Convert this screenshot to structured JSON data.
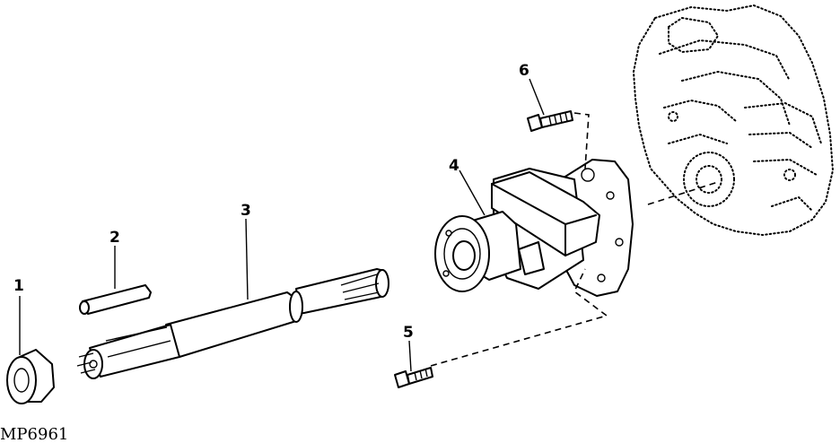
{
  "figure": {
    "reference": "MP6961",
    "callouts": [
      {
        "id": "1",
        "label": "1"
      },
      {
        "id": "2",
        "label": "2"
      },
      {
        "id": "3",
        "label": "3"
      },
      {
        "id": "4",
        "label": "4"
      },
      {
        "id": "5",
        "label": "5"
      },
      {
        "id": "6",
        "label": "6"
      }
    ]
  }
}
